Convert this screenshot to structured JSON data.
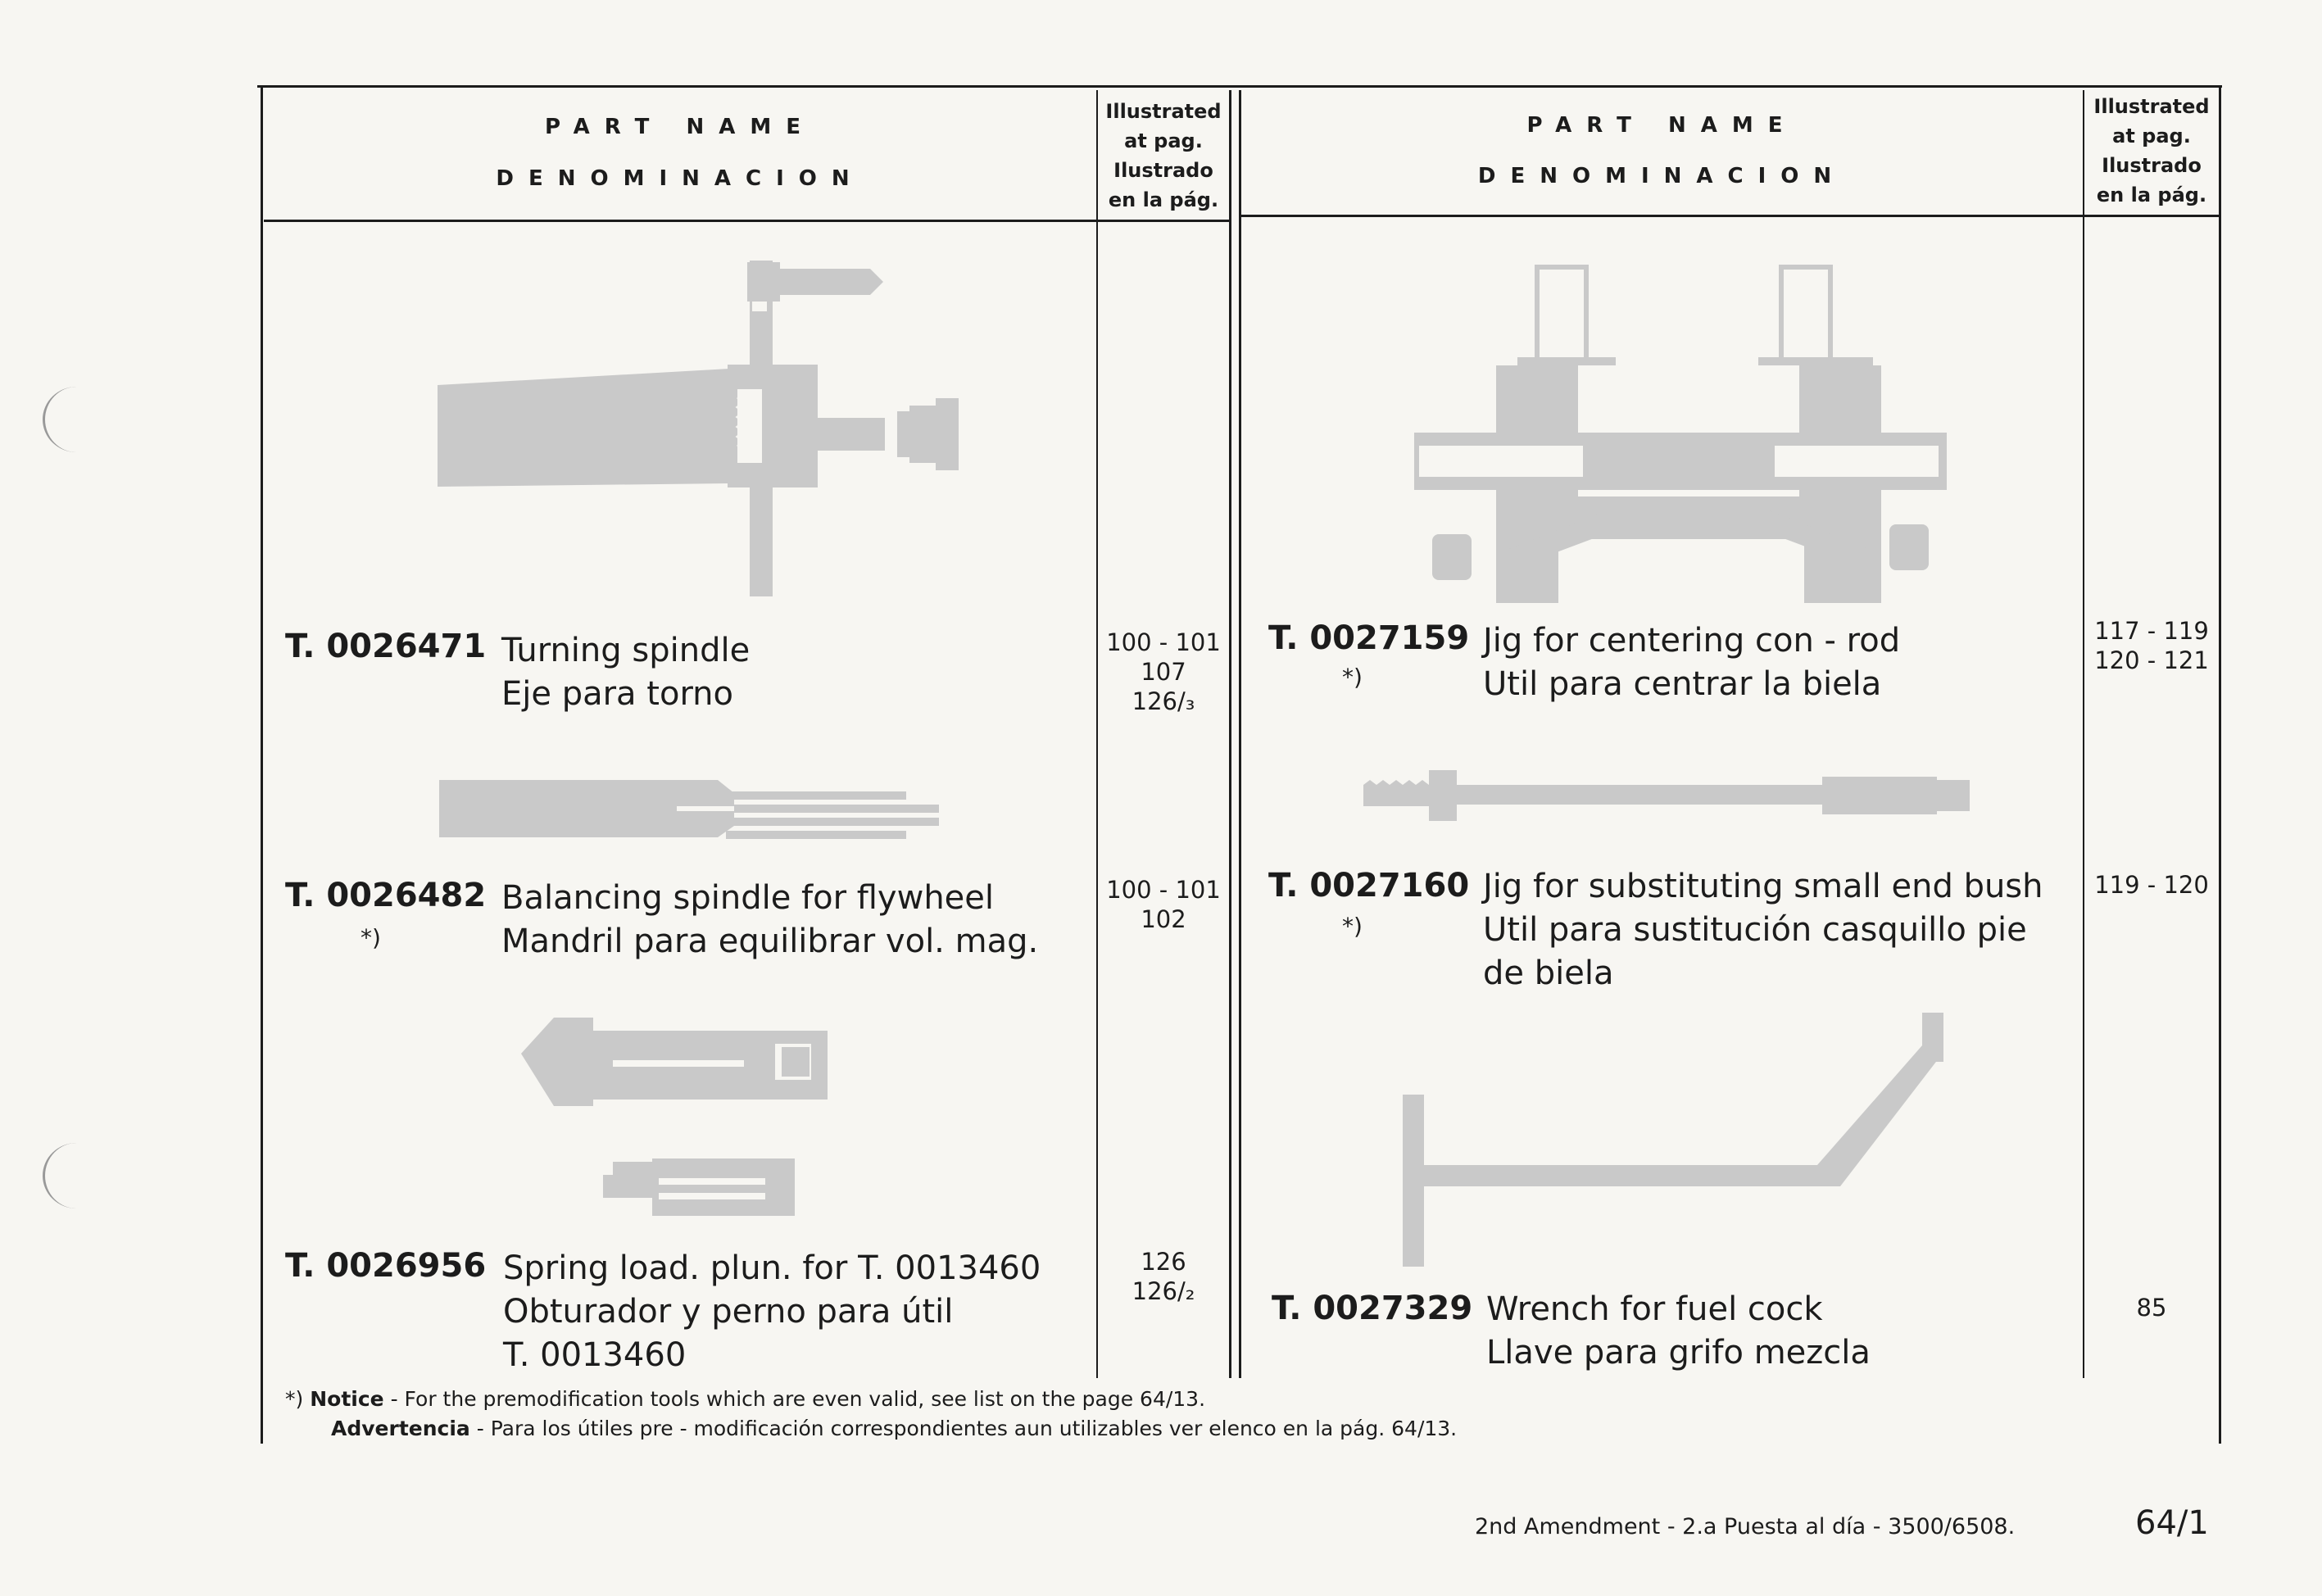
{
  "header": {
    "part_name": "PART NAME",
    "denominacion": "DENOMINACION",
    "illustrated": [
      "Illustrated",
      "at pag.",
      "Ilustrado",
      "en la pág."
    ]
  },
  "left_items": [
    {
      "code": "T. 0026471",
      "star": "",
      "desc": [
        "Turning spindle",
        "Eje para torno"
      ],
      "pages": [
        "100 - 101",
        "107",
        "126/₃"
      ]
    },
    {
      "code": "T. 0026482",
      "star": "*)",
      "desc": [
        "Balancing spindle for flywheel",
        "Mandril para equilibrar vol. mag."
      ],
      "pages": [
        "100 - 101",
        "102"
      ]
    },
    {
      "code": "T. 0026956",
      "star": "",
      "desc": [
        "Spring load. plun. for T. 0013460",
        "Obturador  y  perno  para  útil",
        "T. 0013460"
      ],
      "pages": [
        "126",
        "126/₂"
      ]
    }
  ],
  "right_items": [
    {
      "code": "T. 0027159",
      "star": "*)",
      "desc": [
        "Jig for centering con - rod",
        "Util para centrar la biela"
      ],
      "pages": [
        "117 - 119",
        "120 - 121"
      ]
    },
    {
      "code": "T. 0027160",
      "star": "*)",
      "desc": [
        "Jig for substituting small end bush",
        "Util para sustitución casquillo pie",
        "de biela"
      ],
      "pages": [
        "119 - 120"
      ]
    },
    {
      "code": "T. 0027329",
      "star": "",
      "desc": [
        "Wrench for fuel cock",
        "Llave para grifo mezcla"
      ],
      "pages": [
        "85"
      ]
    }
  ],
  "notice": {
    "star": "*)",
    "label_en": "Notice",
    "text_en": "- For the premodification tools which are even valid, see list on the page 64/13.",
    "label_es": "Advertencia",
    "text_es": "- Para los útiles pre - modificación correspondientes aun utilizables ver elenco en la pág. 64/13."
  },
  "footer": {
    "amendment": "2nd Amendment - 2.a Puesta al día - 3500/6508.",
    "page": "64/1"
  },
  "colors": {
    "illustration": "#c9c9c9",
    "ink": "#1c1c1c",
    "paper": "#f7f6f2"
  }
}
